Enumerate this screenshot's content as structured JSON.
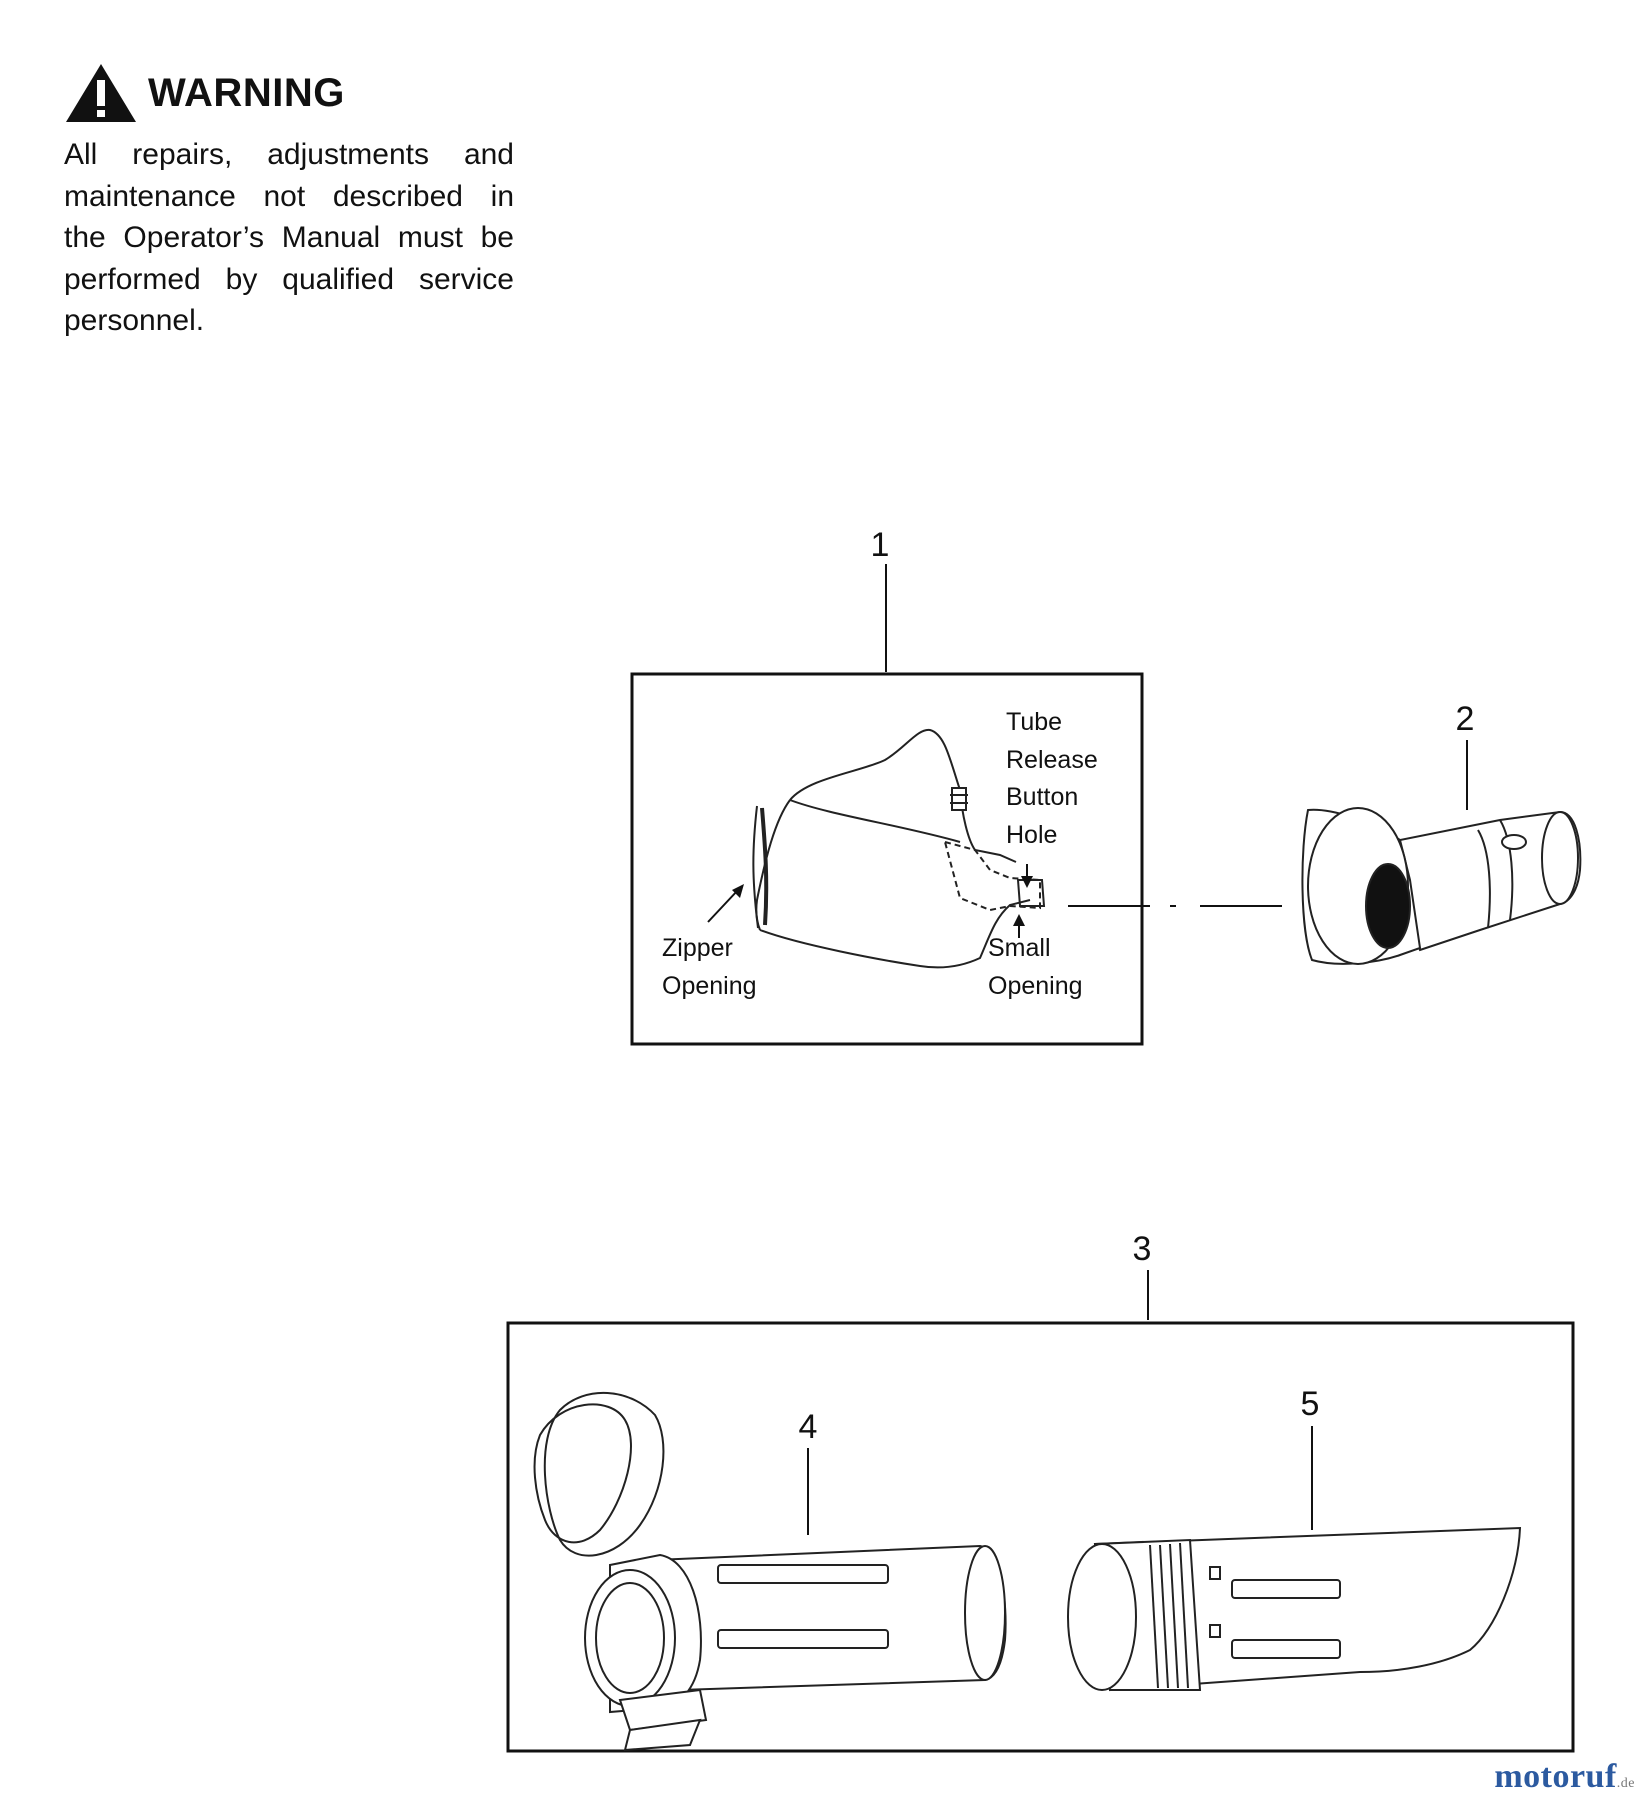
{
  "warning": {
    "icon": "warning-triangle-icon",
    "title": "WARNING",
    "lines": [
      "All repairs, adjustments and",
      "maintenance not described in",
      "the Operator’s Manual must be",
      "performed by qualified service",
      "personnel."
    ]
  },
  "callouts": {
    "part1": "1",
    "part2": "2",
    "part3": "3",
    "part4": "4",
    "part5": "5"
  },
  "notes": {
    "tube_release": [
      "Tube",
      "Release",
      "Button",
      "Hole"
    ],
    "zipper": [
      "Zipper",
      "Opening"
    ],
    "small": [
      "Small",
      "Opening"
    ]
  },
  "watermark": {
    "name": "motoruf",
    "tld": ".de"
  }
}
